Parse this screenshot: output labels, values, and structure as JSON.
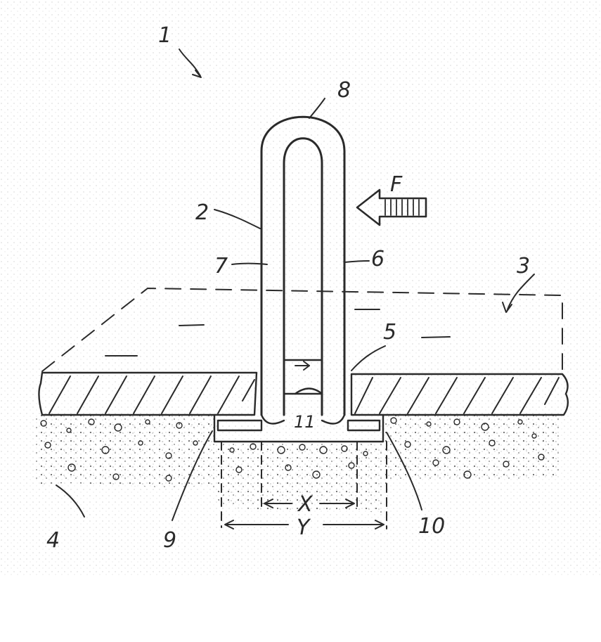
{
  "figure": {
    "labels": {
      "ref_1": "1",
      "ref_2": "2",
      "ref_3": "3",
      "ref_4": "4",
      "ref_5": "5",
      "ref_6": "6",
      "ref_7": "7",
      "ref_8": "8",
      "ref_9": "9",
      "ref_10": "10",
      "ref_11": "11",
      "force": "F",
      "dim_x": "X",
      "dim_y": "Y"
    },
    "colors": {
      "ink": "#2a2a2a",
      "paper": "#ffffff"
    }
  }
}
